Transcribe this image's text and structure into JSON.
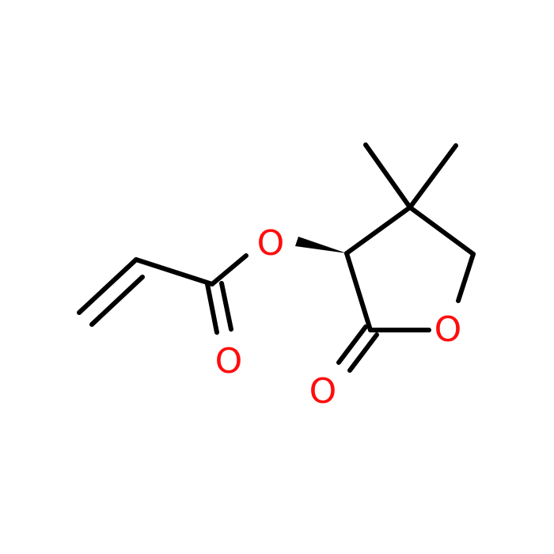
{
  "molecule": {
    "atoms": [
      {
        "id": "c_vinyl_end",
        "element": "C",
        "label": ""
      },
      {
        "id": "c_vinyl",
        "element": "C",
        "label": ""
      },
      {
        "id": "c_carbonyl_ester",
        "element": "C",
        "label": ""
      },
      {
        "id": "o_carbonyl_ester",
        "element": "O",
        "label": "O"
      },
      {
        "id": "o_ester",
        "element": "O",
        "label": "O"
      },
      {
        "id": "c_chiral",
        "element": "C",
        "label": ""
      },
      {
        "id": "c_quaternary",
        "element": "C",
        "label": ""
      },
      {
        "id": "c_methyl_1",
        "element": "C",
        "label": ""
      },
      {
        "id": "c_methyl_2",
        "element": "C",
        "label": ""
      },
      {
        "id": "c_ring_ch2",
        "element": "C",
        "label": ""
      },
      {
        "id": "o_ring",
        "element": "O",
        "label": "O"
      },
      {
        "id": "c_lactone_carbonyl",
        "element": "C",
        "label": ""
      },
      {
        "id": "o_lactone_carbonyl",
        "element": "O",
        "label": "O"
      }
    ],
    "colors": {
      "bond": "#000000",
      "oxygen": "#ff0d0d"
    }
  }
}
